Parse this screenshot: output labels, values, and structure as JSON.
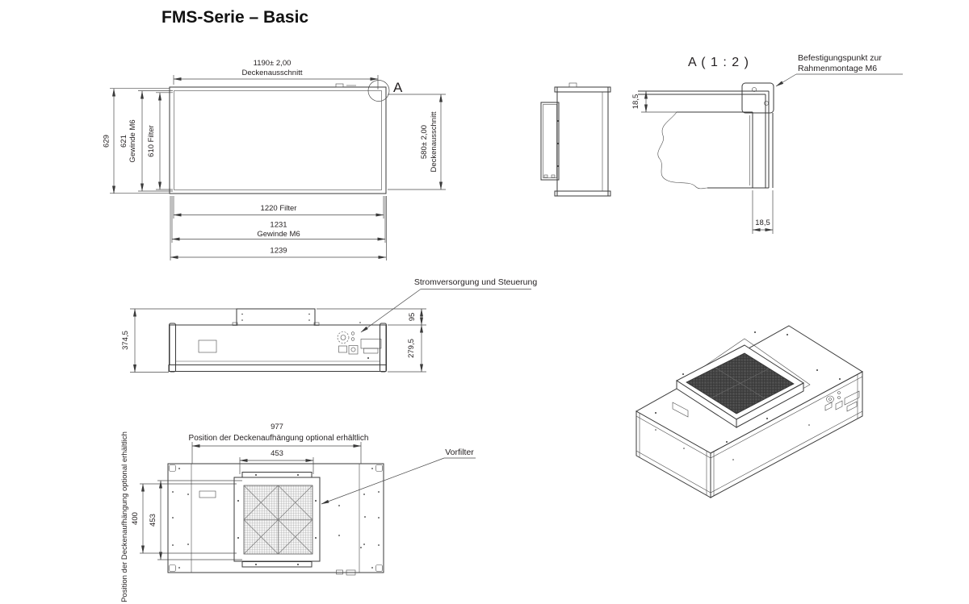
{
  "title": "FMS-Serie – Basic",
  "top_view": {
    "dim_ceiling_cutout_width_value": "1190± 2,00",
    "dim_ceiling_cutout_width_label": "Deckenausschnitt",
    "dim_overall_height": "629",
    "dim_thread_height_value": "621",
    "dim_thread_height_label": "Gewinde M6",
    "dim_filter_height": "610 Filter",
    "dim_ceiling_cutout_height_value": "580± 2,00",
    "dim_ceiling_cutout_height_label": "Deckenausschnitt",
    "dim_filter_width": "1220 Filter",
    "dim_thread_width_value": "1231",
    "dim_thread_width_label": "Gewinde M6",
    "dim_overall_width": "1239",
    "detail_marker": "A"
  },
  "detail_view": {
    "title": "A ( 1 : 2 )",
    "callout_line1": "Befestigungspunkt zur",
    "callout_line2": "Rahmenmontage M6",
    "dim_offset_vertical": "18,5",
    "dim_offset_horizontal": "18,5"
  },
  "front_view": {
    "dim_total_height": "374,5",
    "dim_fan_housing_height": "95",
    "dim_body_height": "279,5",
    "callout_power": "Stromversorgung und Steuerung"
  },
  "bottom_view": {
    "dim_suspension_width_value": "977",
    "dim_suspension_width_label": "Position der Deckenaufhängung optional erhältlich",
    "dim_prefilter_width": "453",
    "dim_prefilter_height": "453",
    "dim_suspension_height_value": "400",
    "dim_suspension_height_label": "Position der Deckenaufhängung optional erhältlich",
    "callout_prefilter": "Vorfilter"
  }
}
